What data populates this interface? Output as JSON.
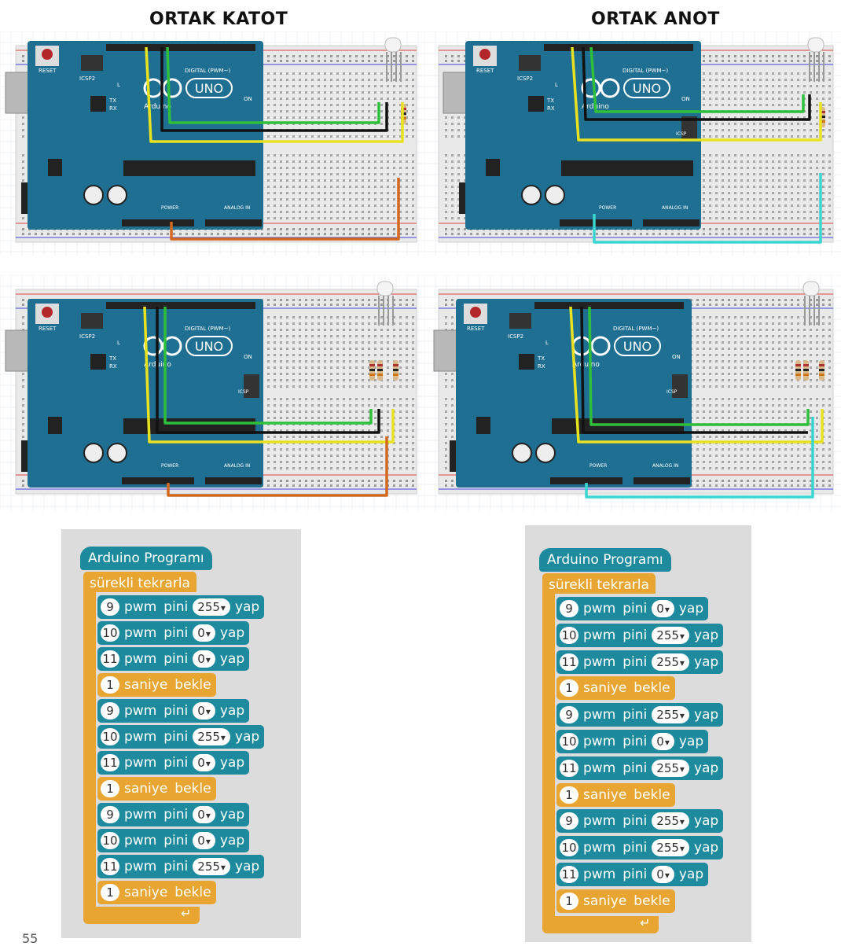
{
  "headings": {
    "left": "ORTAK KATOT",
    "right": "ORTAK ANOT"
  },
  "board": {
    "reset": "RESET",
    "icsp2": "ICSP2",
    "icsp": "ICSP",
    "uno": "UNO",
    "arduino": "Arduino",
    "digital": "DIGITAL (PWM~)",
    "power": "POWER",
    "analog": "ANALOG IN",
    "on": "ON",
    "l": "L",
    "tx": "TX",
    "rx": "RX"
  },
  "colors": {
    "board": "#1f6f93",
    "green_wire": "#2fbf3a",
    "yellow_wire": "#e9e21f",
    "black_wire": "#111111",
    "orange_wire": "#d2691e",
    "cyan_wire": "#3ad6d0",
    "block_teal": "#1e8a9d",
    "block_orange": "#e8a531"
  },
  "programs": [
    {
      "hat": "Arduino Programı",
      "loop": "sürekli tekrarla",
      "pwm_word": "pwm",
      "pini_word": "pini",
      "yap_word": "yap",
      "saniye_word": "saniye",
      "bekle_word": "bekle",
      "steps": [
        {
          "kind": "pwm",
          "pin": "9",
          "value": "255"
        },
        {
          "kind": "pwm",
          "pin": "10",
          "value": "0"
        },
        {
          "kind": "pwm",
          "pin": "11",
          "value": "0"
        },
        {
          "kind": "wait",
          "seconds": "1"
        },
        {
          "kind": "pwm",
          "pin": "9",
          "value": "0"
        },
        {
          "kind": "pwm",
          "pin": "10",
          "value": "255"
        },
        {
          "kind": "pwm",
          "pin": "11",
          "value": "0"
        },
        {
          "kind": "wait",
          "seconds": "1"
        },
        {
          "kind": "pwm",
          "pin": "9",
          "value": "0"
        },
        {
          "kind": "pwm",
          "pin": "10",
          "value": "0"
        },
        {
          "kind": "pwm",
          "pin": "11",
          "value": "255"
        },
        {
          "kind": "wait",
          "seconds": "1"
        }
      ]
    },
    {
      "hat": "Arduino Programı",
      "loop": "sürekli tekrarla",
      "pwm_word": "pwm",
      "pini_word": "pini",
      "yap_word": "yap",
      "saniye_word": "saniye",
      "bekle_word": "bekle",
      "steps": [
        {
          "kind": "pwm",
          "pin": "9",
          "value": "0"
        },
        {
          "kind": "pwm",
          "pin": "10",
          "value": "255"
        },
        {
          "kind": "pwm",
          "pin": "11",
          "value": "255"
        },
        {
          "kind": "wait",
          "seconds": "1"
        },
        {
          "kind": "pwm",
          "pin": "9",
          "value": "255"
        },
        {
          "kind": "pwm",
          "pin": "10",
          "value": "0"
        },
        {
          "kind": "pwm",
          "pin": "11",
          "value": "255"
        },
        {
          "kind": "wait",
          "seconds": "1"
        },
        {
          "kind": "pwm",
          "pin": "9",
          "value": "255"
        },
        {
          "kind": "pwm",
          "pin": "10",
          "value": "255"
        },
        {
          "kind": "pwm",
          "pin": "11",
          "value": "0"
        },
        {
          "kind": "wait",
          "seconds": "1"
        }
      ]
    }
  ],
  "page_number": "55"
}
